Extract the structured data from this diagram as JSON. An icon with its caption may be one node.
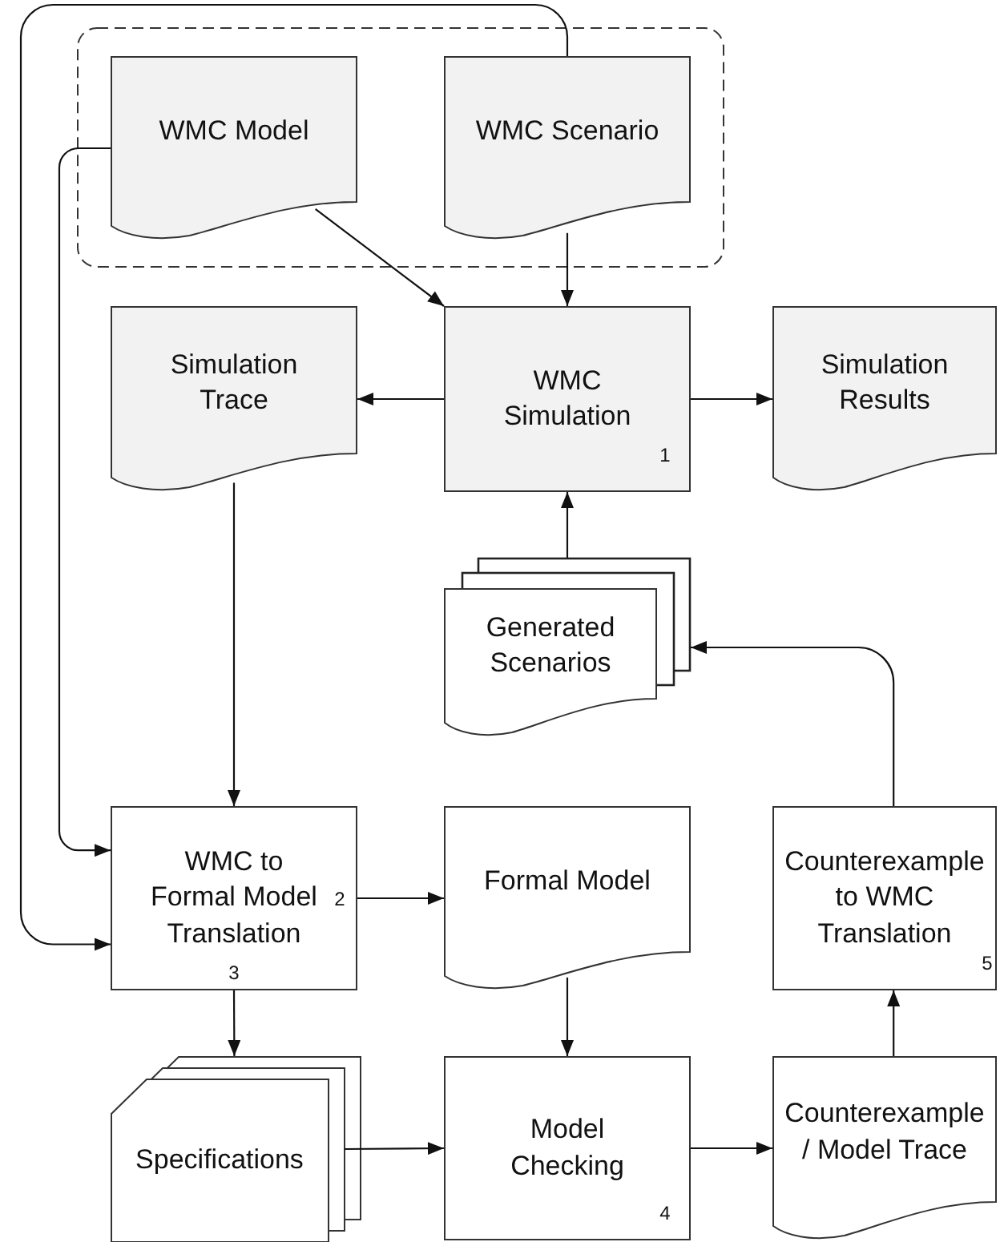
{
  "diagram": {
    "nodes": [
      {
        "text": [],
        "shape": "box"
      },
      {
        "text": [
          "WMC Model"
        ],
        "in": 0
      },
      {
        "text": [
          "WMC Scenario"
        ],
        "in": 0
      },
      {
        "text": [
          "Simulation Trace"
        ]
      },
      {
        "text": [
          "WMC Simulation",
          "1"
        ]
      },
      {
        "text": [
          "Simulation Results"
        ]
      },
      {
        "text": [
          "Generated Scenarios"
        ]
      },
      {
        "text": [
          "WMC to Formal Model Translation",
          "2",
          "3"
        ]
      },
      {
        "text": [
          "Formal Model"
        ]
      },
      {
        "text": [
          "Counterexample to WMC Translation",
          "5"
        ]
      },
      {
        "text": [
          "Specifications"
        ]
      },
      {
        "text": [
          "Model Checking",
          "4"
        ]
      },
      {
        "text": [
          "Counterexample / Model Trace"
        ]
      }
    ],
    "edges": [
      {
        "from": 1,
        "to": 4,
        "arrow": "to"
      },
      {
        "from": 2,
        "to": 4,
        "arrow": "to"
      },
      {
        "from": 4,
        "to": 3,
        "arrow": "to"
      },
      {
        "from": 4,
        "to": 5,
        "arrow": "to"
      },
      {
        "from": 6,
        "to": 4,
        "arrow": "to"
      },
      {
        "from": 3,
        "to": 7,
        "arrow": "to"
      },
      {
        "from": 1,
        "to": 7,
        "arrow": "to"
      },
      {
        "from": 2,
        "to": 7,
        "arrow": "to"
      },
      {
        "from": 7,
        "to": 8,
        "arrow": "to"
      },
      {
        "from": 7,
        "to": 10,
        "arrow": "to"
      },
      {
        "from": 10,
        "to": 11,
        "arrow": "to"
      },
      {
        "from": 8,
        "to": 11,
        "arrow": "to"
      },
      {
        "from": 11,
        "to": 12,
        "arrow": "to"
      },
      {
        "from": 12,
        "to": 9,
        "arrow": "to"
      },
      {
        "from": 9,
        "to": 6,
        "arrow": "to"
      }
    ]
  }
}
